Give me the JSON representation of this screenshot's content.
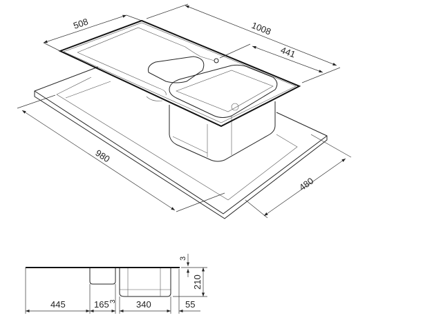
{
  "isometric_view": {
    "dimensions": {
      "plate_depth": "508",
      "plate_length": "1008",
      "bowl_offset": "441",
      "cutout_length": "980",
      "cutout_depth": "480"
    }
  },
  "section_view": {
    "dimensions": {
      "thickness": "3",
      "depth": "210",
      "drainer": "445",
      "small_bowl": "165",
      "gap": "3",
      "large_bowl": "340",
      "edge": "55"
    }
  }
}
